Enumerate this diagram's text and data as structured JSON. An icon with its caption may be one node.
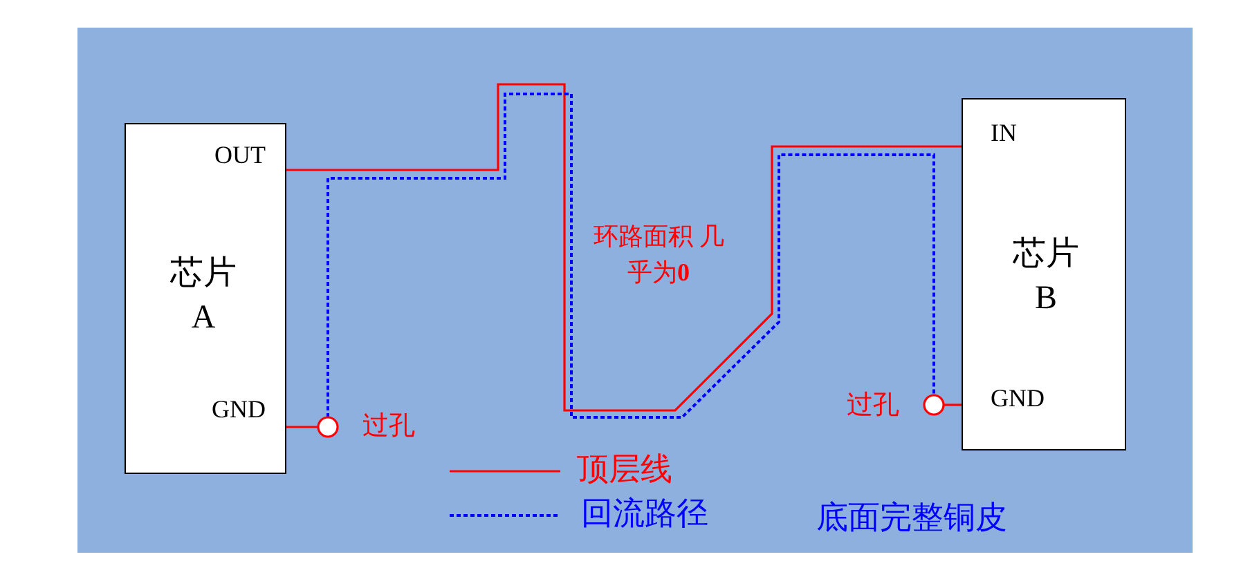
{
  "diagram": {
    "nodes": [
      {
        "text": [
          "OUT",
          "芯片 A",
          "GND"
        ]
      },
      {
        "text": [],
        "shape": "circle",
        "beside": [
          "过孔"
        ]
      },
      {
        "text": [
          "IN",
          "芯片 B",
          "GND"
        ]
      },
      {
        "text": [],
        "shape": "circle",
        "beside": [
          "过孔"
        ]
      }
    ],
    "edges": [
      {
        "from": 0,
        "to": 2,
        "arrow": "none"
      },
      {
        "from": 0,
        "to": 1,
        "arrow": "none"
      },
      {
        "from": 3,
        "to": 2,
        "arrow": "none"
      },
      {
        "from": 1,
        "to": 3,
        "arrow": "none",
        "style": "dashed",
        "color": "#0000ff"
      }
    ],
    "labels": [
      "环路面积 几乎为**0**",
      "底面完整铜皮"
    ],
    "legend": [
      {
        "text": "顶层线"
      },
      {
        "text": "回流路径"
      }
    ]
  }
}
